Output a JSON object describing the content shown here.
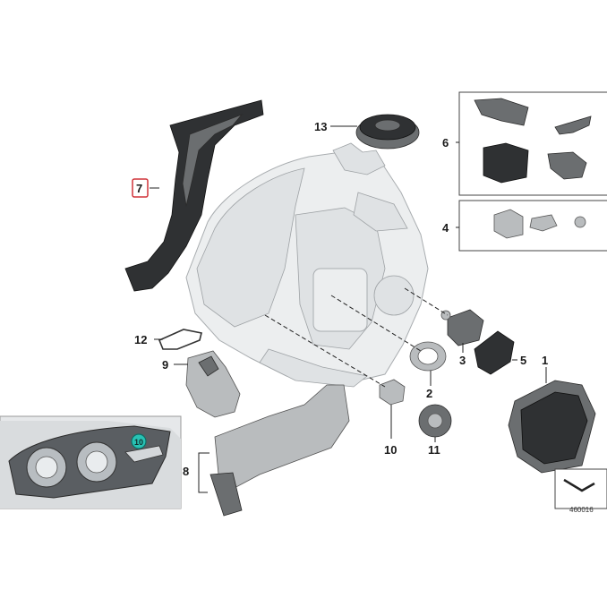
{
  "callouts": {
    "c1": "1",
    "c2": "2",
    "c3": "3",
    "c4": "4",
    "c5": "5",
    "c6": "6",
    "c7": "7",
    "c8": "8",
    "c9": "9",
    "c10": "10",
    "c11": "11",
    "c12": "12",
    "c13": "13",
    "inset_badge": "10"
  },
  "reference_number": "460016",
  "colors": {
    "callout_7_border": "#d0343a",
    "inset_badge_fill": "#28c2b4",
    "inset_badge_border": "#0e6e66"
  }
}
